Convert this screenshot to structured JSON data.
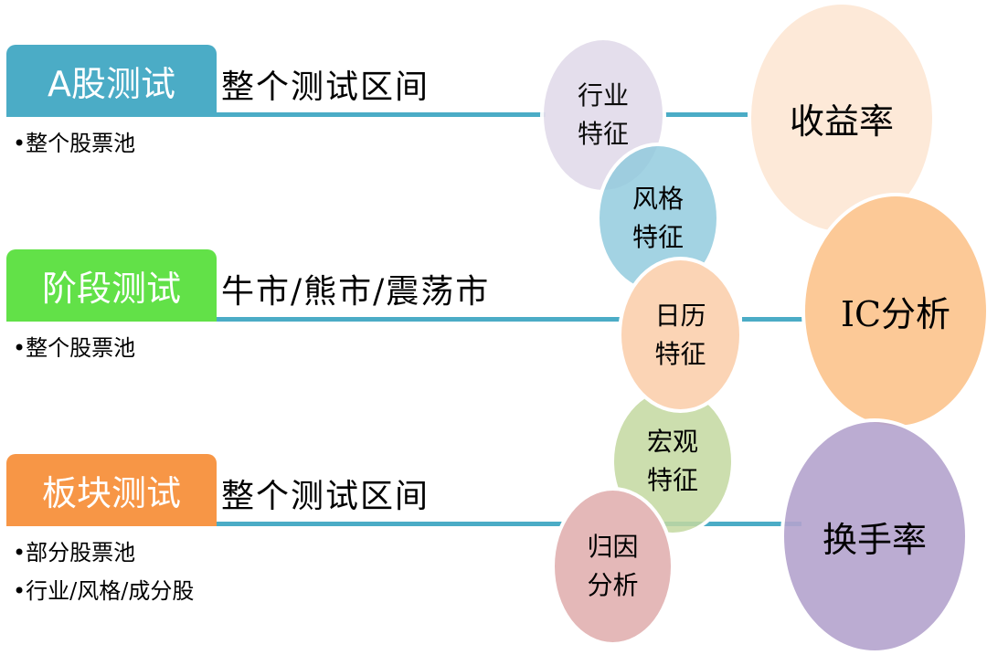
{
  "rows": [
    {
      "label": "A股测试",
      "desc": "整个测试区间",
      "bullets": [
        "•整个股票池"
      ],
      "color": "#4BACC6"
    },
    {
      "label": "阶段测试",
      "desc": "牛市/熊市/震荡市",
      "bullets": [
        "•整个股票池"
      ],
      "color": "#62E148"
    },
    {
      "label": "板块测试",
      "desc": "整个测试区间",
      "bullets": [
        "•部分股票池",
        "•行业/风格/成分股"
      ],
      "color": "#F79646"
    }
  ],
  "features": [
    {
      "label": "行业特征",
      "color": "#E3DDEB"
    },
    {
      "label": "风格特征",
      "color": "#A6D5E2"
    },
    {
      "label": "日历特征",
      "color": "#FBD4B5"
    },
    {
      "label": "宏观特征",
      "color": "#D1E0B2"
    },
    {
      "label": "归因分析",
      "color": "#E4B8B8"
    }
  ],
  "metrics": [
    {
      "label": "收益率",
      "color": "#FDE9D8"
    },
    {
      "label": "IC分析",
      "color": "#FCC997"
    },
    {
      "label": "换手率",
      "color": "#BFB0D2"
    }
  ]
}
